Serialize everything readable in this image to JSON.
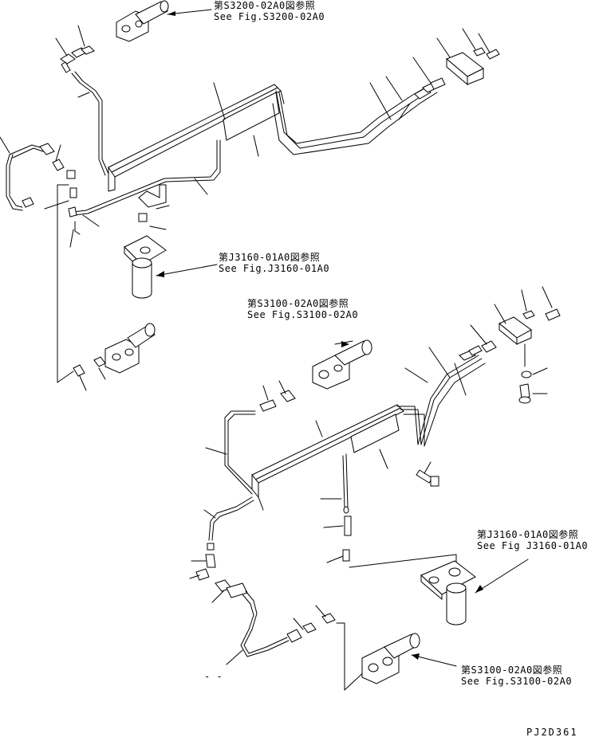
{
  "references": [
    {
      "jp": "第S3200-02A0図参照",
      "en": "See Fig.S3200-02A0"
    },
    {
      "jp": "第J3160-01A0図参照",
      "en": "See Fig.J3160-01A0"
    },
    {
      "jp": "第S3100-02A0図参照",
      "en": "See Fig.S3100-02A0"
    },
    {
      "jp": "第J3160-01A0図参照",
      "en": "See Fig J3160-01A0"
    },
    {
      "jp": "第S3100-02A0図参照",
      "en": "See Fig.S3100-02A0"
    }
  ],
  "dash_label": "- -",
  "drawing_code": "PJ2D361"
}
